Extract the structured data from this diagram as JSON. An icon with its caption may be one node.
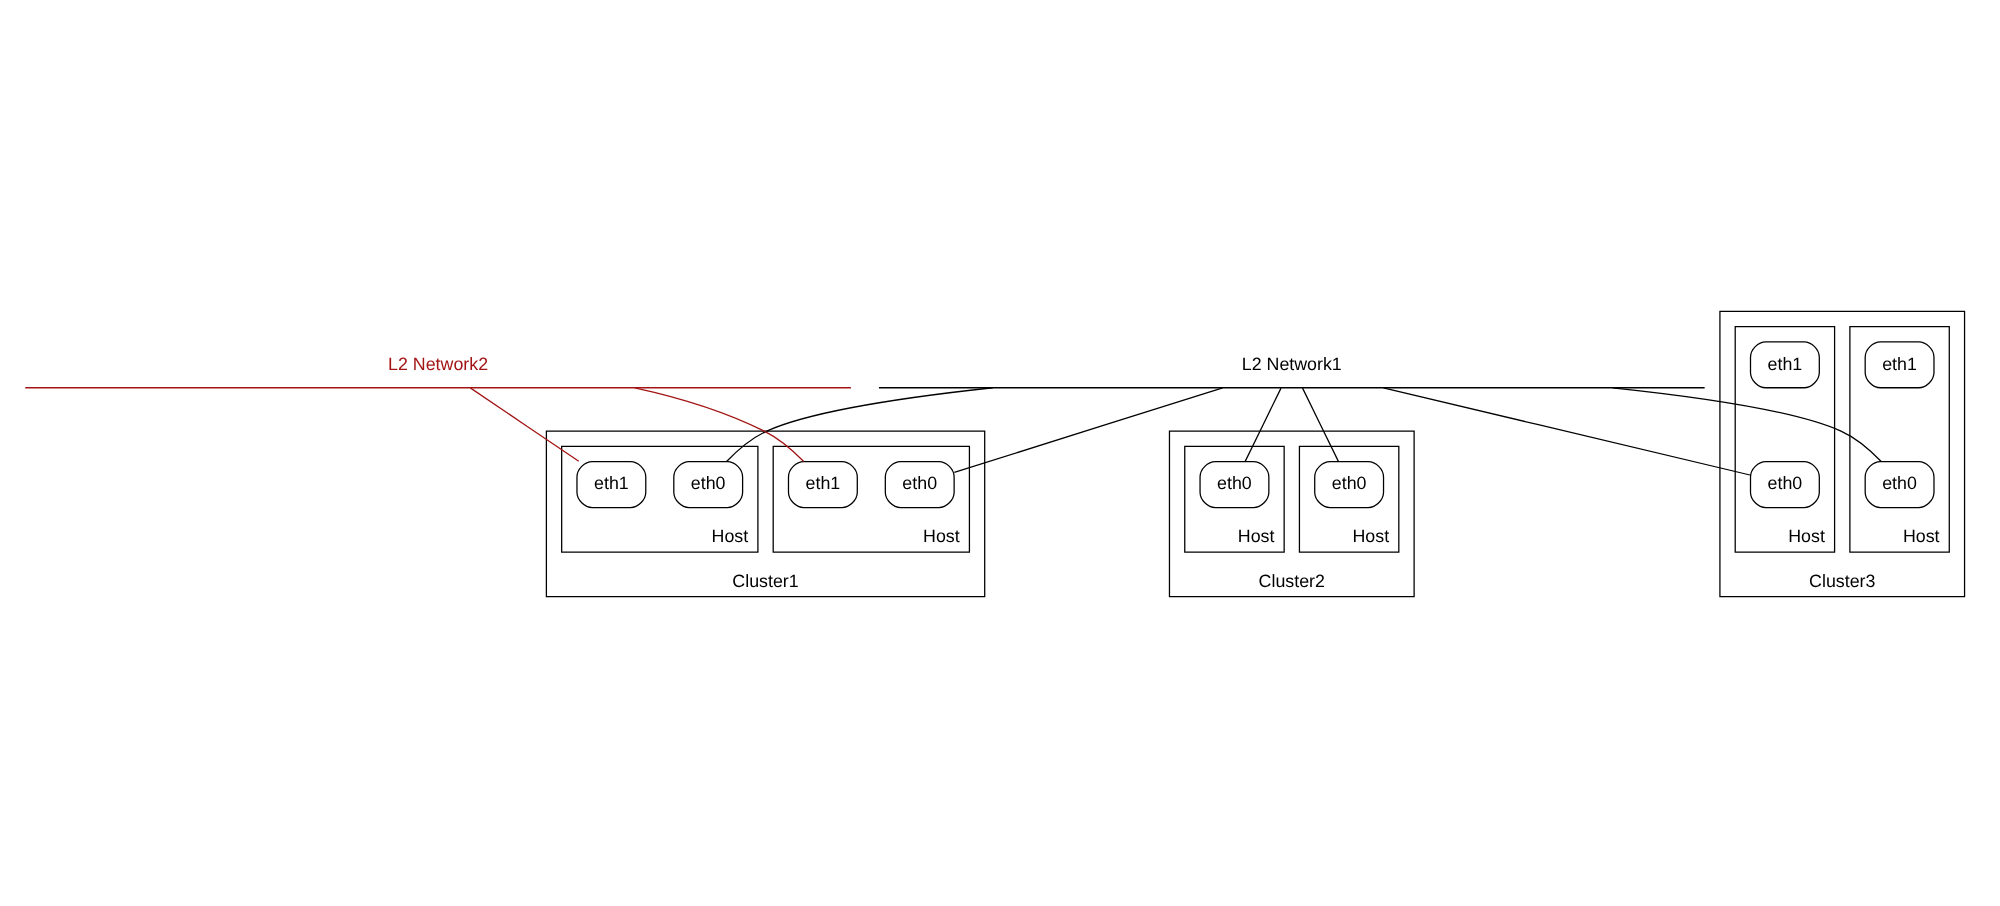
{
  "diagram": {
    "nodes": [
      {
        "text": [
          "L2 Network1"
        ]
      },
      {
        "text": [
          "L2 Network2"
        ]
      },
      {
        "text": [
          "Cluster1"
        ]
      },
      {
        "text": [
          "Host"
        ],
        "in": 2
      },
      {
        "text": [
          "eth0"
        ],
        "in": 3
      },
      {
        "text": [
          "eth1"
        ],
        "in": 3
      },
      {
        "text": [
          "Host"
        ],
        "in": 2
      },
      {
        "text": [
          "eth0"
        ],
        "in": 6
      },
      {
        "text": [
          "eth1"
        ],
        "in": 6
      },
      {
        "text": [
          "Cluster2"
        ]
      },
      {
        "text": [
          "Host"
        ],
        "in": 9
      },
      {
        "text": [
          "eth0"
        ],
        "in": 10
      },
      {
        "text": [
          "Host"
        ],
        "in": 9
      },
      {
        "text": [
          "eth0"
        ],
        "in": 12
      },
      {
        "text": [
          "Cluster3"
        ]
      },
      {
        "text": [
          "Host"
        ],
        "in": 14
      },
      {
        "text": [
          "eth0"
        ],
        "in": 15
      },
      {
        "text": [
          "eth1"
        ],
        "in": 15
      },
      {
        "text": [
          "Host"
        ],
        "in": 14
      },
      {
        "text": [
          "eth0"
        ],
        "in": 18
      },
      {
        "text": [
          "eth1"
        ],
        "in": 18
      }
    ],
    "edges": [
      {
        "from": 0,
        "to": 4,
        "arrow": "none"
      },
      {
        "from": 1,
        "to": 5,
        "arrow": "none",
        "color": "#a31515"
      },
      {
        "from": 0,
        "to": 7,
        "arrow": "none"
      },
      {
        "from": 1,
        "to": 8,
        "arrow": "none",
        "color": "#a31515"
      },
      {
        "from": 0,
        "to": 11,
        "arrow": "none"
      },
      {
        "from": 0,
        "to": 13,
        "arrow": "none"
      },
      {
        "from": 0,
        "to": 16,
        "arrow": "none"
      },
      {
        "from": 0,
        "to": 19,
        "arrow": "none"
      }
    ]
  }
}
